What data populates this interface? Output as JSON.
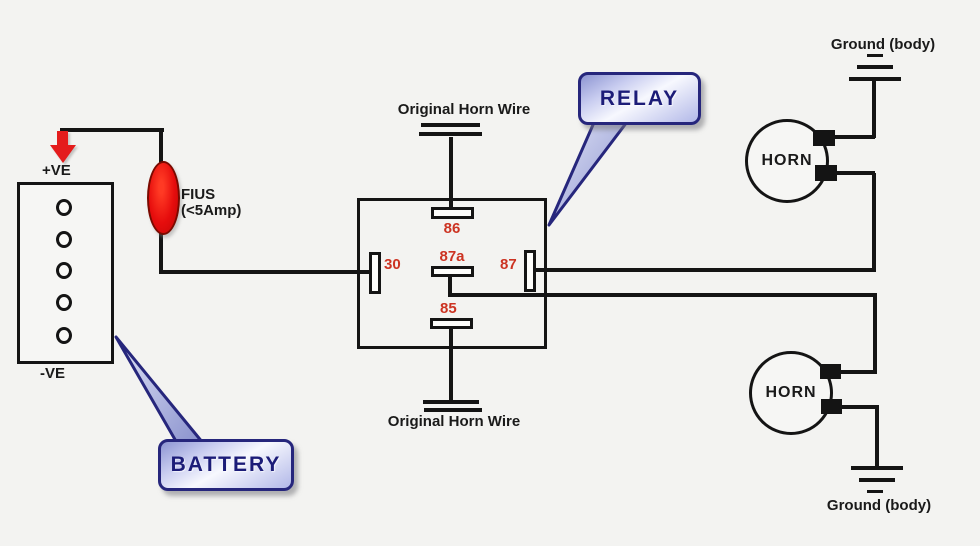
{
  "battery": {
    "plus_label": "+VE",
    "minus_label": "-VE",
    "callout": "BATTERY",
    "cell_count": 5
  },
  "fuse": {
    "name": "FIUS",
    "rating": "(<5Amp)"
  },
  "relay": {
    "callout": "RELAY",
    "terminals": {
      "t86": "86",
      "t30": "30",
      "t87a": "87a",
      "t87": "87",
      "t85": "85"
    }
  },
  "horn_wire": {
    "top": "Original Horn Wire",
    "bottom": "Original Horn Wire"
  },
  "horns": {
    "top": "HORN",
    "bottom": "HORN"
  },
  "grounds": {
    "top": "Ground (body)",
    "bottom": "Ground (body)"
  },
  "colors": {
    "background": "#f3f3f1",
    "wire": "#141414",
    "terminal_label": "#cc3322",
    "fuse_fill": "#e60d0d",
    "arrow": "#e41c1c",
    "callout_border": "#26267c",
    "callout_text": "#1c1c78",
    "callout_fill": "#b2b8e8"
  }
}
